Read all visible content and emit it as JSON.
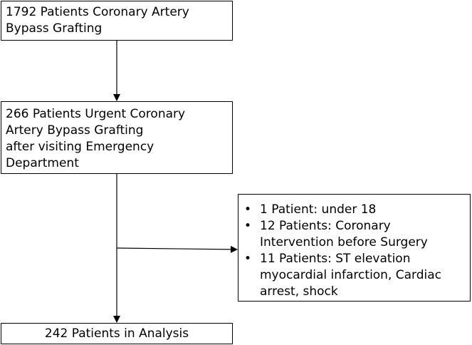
{
  "flowchart": {
    "total": {
      "lines": [
        "1792 Patients Coronary Artery",
        "Bypass Grafting"
      ]
    },
    "urgent": {
      "lines": [
        "266 Patients Urgent Coronary",
        "Artery Bypass Grafting",
        "after visiting Emergency",
        "Department"
      ]
    },
    "excluded": {
      "bullet": "•",
      "items": [
        {
          "lines": [
            "1 Patient: under 18"
          ]
        },
        {
          "lines": [
            "12 Patients: Coronary",
            "Intervention before Surgery"
          ]
        },
        {
          "lines": [
            "11 Patients: ST elevation",
            "myocardial infarction, Cardiac",
            "arrest, shock"
          ]
        }
      ]
    },
    "final": {
      "lines": [
        "242 Patients in Analysis"
      ]
    }
  }
}
